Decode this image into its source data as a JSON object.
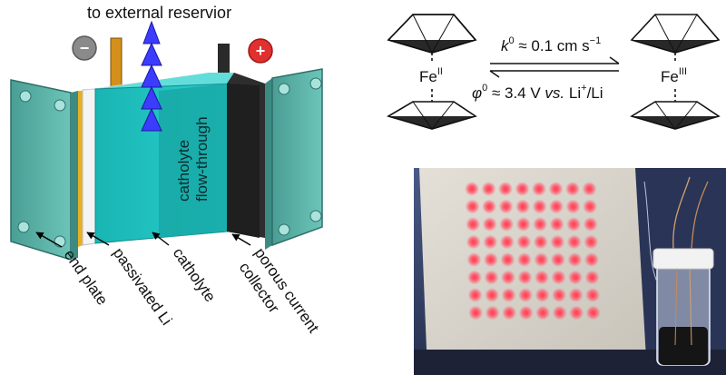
{
  "battery": {
    "reservoir_label": "to external reservior",
    "minus_symbol": "−",
    "plus_symbol": "+",
    "flow_label_line1": "catholyte",
    "flow_label_line2": "flow-through",
    "labels": [
      "end plate",
      "passivated Li",
      "catholyte",
      "porous current",
      "collector"
    ]
  },
  "reaction": {
    "fe_left": "Fe",
    "fe_left_ox": "II",
    "fe_right": "Fe",
    "fe_right_ox": "III",
    "rate_symbol": "k",
    "rate_sup": "0",
    "rate_value": " ≈ 0.1 cm s",
    "rate_unit_exp": "−1",
    "potential_symbol": "φ",
    "potential_sup": "0",
    "potential_value": " ≈ 3.4 V ",
    "potential_vs": "vs.",
    "potential_ref_a": " Li",
    "potential_ref_sup": "+",
    "potential_ref_b": "/Li"
  },
  "colors": {
    "plate": "#5fb8ad",
    "catholyte": "#1fc6c4",
    "collector": "#2d2d2d",
    "lithium": "#f0f0f0",
    "separator": "#e8b020",
    "minus_badge": "#8a8a8a",
    "plus_badge": "#e03030",
    "arrow_flow": "#3c3cff"
  },
  "photo": {
    "led_rows": 8,
    "led_cols": 8,
    "led_color": "#ff4a5a"
  }
}
